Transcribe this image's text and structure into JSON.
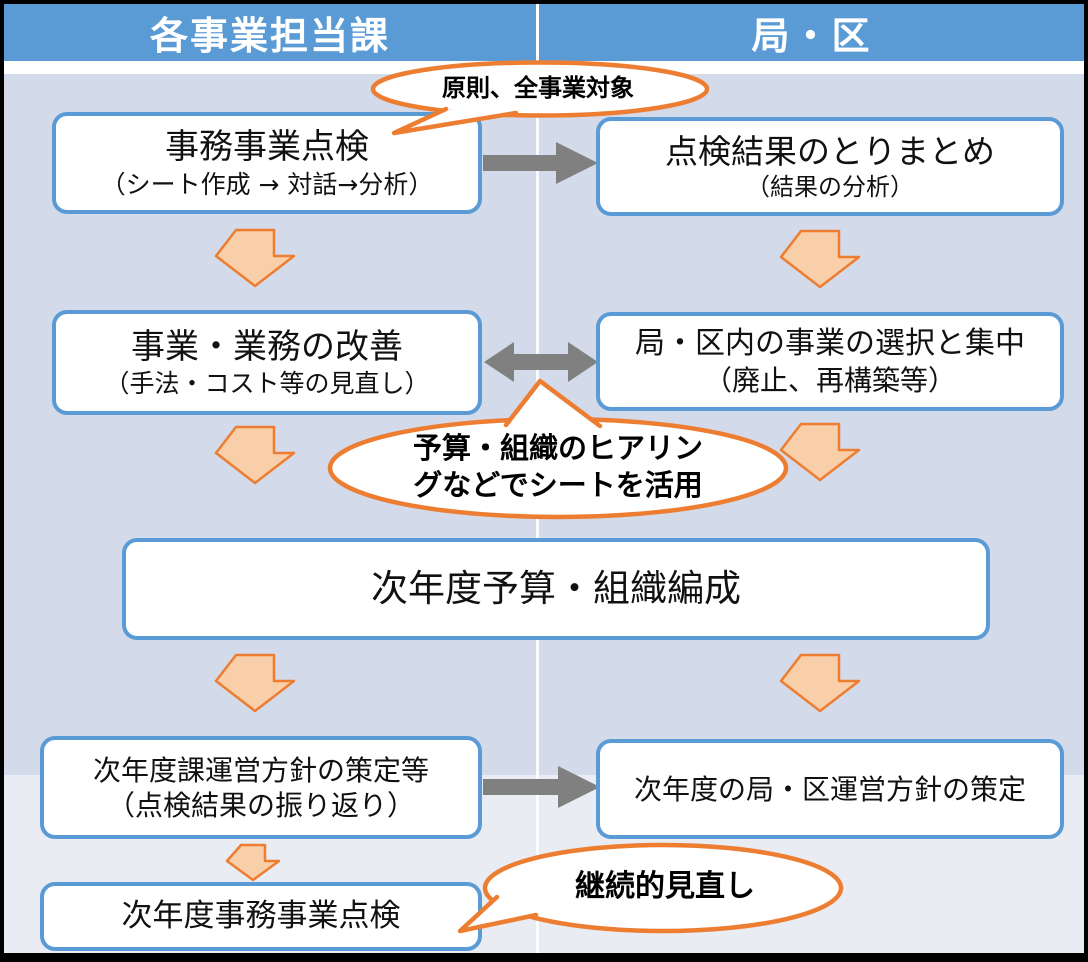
{
  "header": {
    "left": "各事業担当課",
    "right": "局・区"
  },
  "boxes": {
    "inspection": {
      "title": "事務事業点検",
      "subtitle": "（シート作成 → 対話→分析）"
    },
    "summary": {
      "title": "点検結果のとりまとめ",
      "subtitle": "（結果の分析）"
    },
    "improvement": {
      "title": "事業・業務の改善",
      "subtitle": "（手法・コスト等の見直し）"
    },
    "selection": {
      "title": "局・区内の事業の選択と集中",
      "subtitle": "（廃止、再構築等）"
    },
    "budget": {
      "title": "次年度予算・組織編成"
    },
    "policy_section": {
      "title": "次年度課運営方針の策定等",
      "subtitle": "（点検結果の振り返り）"
    },
    "policy_bureau": {
      "title": "次年度の局・区運営方針の策定"
    },
    "next_inspection": {
      "title": "次年度事務事業点検"
    }
  },
  "bubbles": {
    "principle": {
      "text": "原則、全事業対象"
    },
    "hearing": {
      "line1": "予算・組織のヒアリン",
      "line2": "グなどでシートを活用"
    },
    "continuous": {
      "text": "継続的見直し"
    }
  },
  "colors": {
    "header-blue": "#5B9BD5",
    "box-border-blue": "#5B9BD5",
    "band-main": "#D3DBEA",
    "band-bottom": "#E9ECF3",
    "bubble-orange": "#ED7D31",
    "arrow-fill": "#F9CFA9",
    "arrow-gray": "#808080",
    "text-dark": "#111111",
    "header-text": "#FFFFFF"
  }
}
